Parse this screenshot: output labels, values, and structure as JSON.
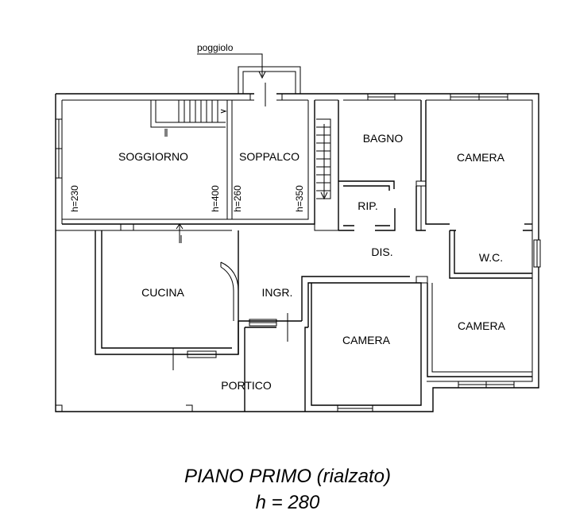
{
  "rooms": {
    "soggiorno": "SOGGIORNO",
    "soppalco": "SOPPALCO",
    "bagno": "BAGNO",
    "camera_ne": "CAMERA",
    "rip": "RIP.",
    "dis": "DIS.",
    "wc": "W.C.",
    "cucina": "CUCINA",
    "ingr": "INGR.",
    "camera_center": "CAMERA",
    "camera_se": "CAMERA",
    "portico": "PORTICO"
  },
  "heights": {
    "h230": "h=230",
    "h400": "h=400",
    "h260": "h=260",
    "h350": "h=350"
  },
  "annotations": {
    "poggiolo": "poggiolo"
  },
  "caption": {
    "line1": "PIANO  PRIMO (rialzato)",
    "line2": "h = 280"
  }
}
